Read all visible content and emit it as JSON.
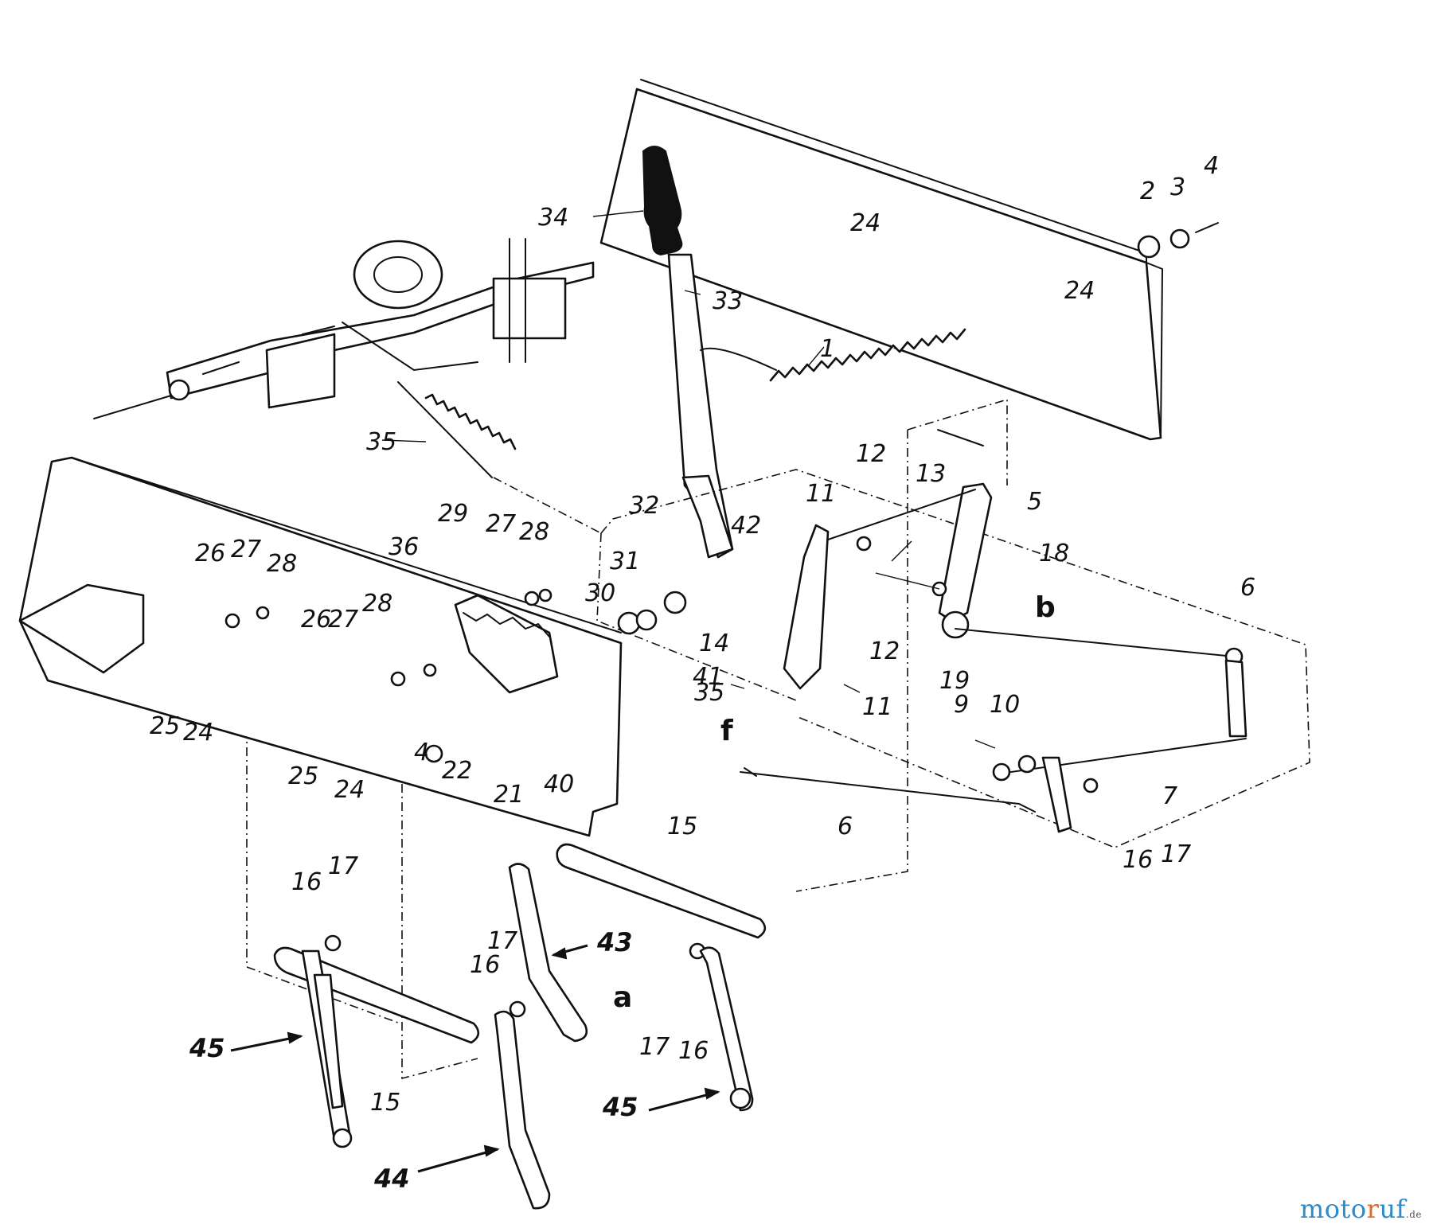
{
  "labels": [
    {
      "text": "34"
    },
    {
      "text": "33"
    },
    {
      "text": "24"
    },
    {
      "text": "2"
    },
    {
      "text": "3"
    },
    {
      "text": "4"
    },
    {
      "text": "24"
    },
    {
      "text": "1"
    },
    {
      "text": "35"
    },
    {
      "text": "12"
    },
    {
      "text": "13"
    },
    {
      "text": "11"
    },
    {
      "text": "5"
    },
    {
      "text": "32"
    },
    {
      "text": "42"
    },
    {
      "text": "29"
    },
    {
      "text": "27"
    },
    {
      "text": "28"
    },
    {
      "text": "36"
    },
    {
      "text": "26"
    },
    {
      "text": "27"
    },
    {
      "text": "28"
    },
    {
      "text": "31"
    },
    {
      "text": "30"
    },
    {
      "text": "18"
    },
    {
      "text": "b"
    },
    {
      "text": "6"
    },
    {
      "text": "28"
    },
    {
      "text": "26"
    },
    {
      "text": "27"
    },
    {
      "text": "14"
    },
    {
      "text": "12"
    },
    {
      "text": "19"
    },
    {
      "text": "41"
    },
    {
      "text": "35"
    },
    {
      "text": "f"
    },
    {
      "text": "11"
    },
    {
      "text": "9"
    },
    {
      "text": "10"
    },
    {
      "text": "25"
    },
    {
      "text": "24"
    },
    {
      "text": "4"
    },
    {
      "text": "22"
    },
    {
      "text": "21"
    },
    {
      "text": "40"
    },
    {
      "text": "25"
    },
    {
      "text": "24"
    },
    {
      "text": "6"
    },
    {
      "text": "7"
    },
    {
      "text": "16"
    },
    {
      "text": "17"
    },
    {
      "text": "15"
    },
    {
      "text": "17"
    },
    {
      "text": "16"
    },
    {
      "text": "43"
    },
    {
      "text": "17"
    },
    {
      "text": "16"
    },
    {
      "text": "a"
    },
    {
      "text": "45"
    },
    {
      "text": "15"
    },
    {
      "text": "17"
    },
    {
      "text": "16"
    },
    {
      "text": "45"
    },
    {
      "text": "44"
    }
  ],
  "watermark": {
    "brand_prefix": "moto",
    "brand_r": "r",
    "brand_suffix": "uf",
    "tld": ".de"
  }
}
